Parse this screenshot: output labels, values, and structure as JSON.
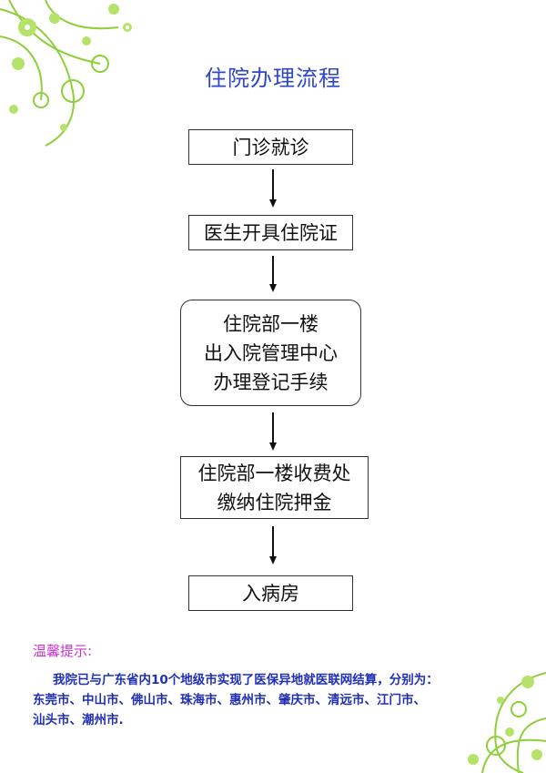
{
  "title": "住院办理流程",
  "steps": [
    {
      "lines": [
        "门诊就诊"
      ]
    },
    {
      "lines": [
        "医生开具住院证"
      ]
    },
    {
      "lines": [
        "住院部一楼",
        "出入院管理中心",
        "办理登记手续"
      ]
    },
    {
      "lines": [
        "住院部一楼收费处",
        "缴纳住院押金"
      ]
    },
    {
      "lines": [
        "入病房"
      ]
    }
  ],
  "tip": {
    "heading": "温馨提示:",
    "line1": "我院已与广东省内10个地级市实现了医保异地就医联网结算，分别为：",
    "line2": "东莞市、中山市、佛山市、珠海市、惠州市、肇庆市、清远市、江门市、",
    "line3": "汕头市、潮州市."
  },
  "colors": {
    "title": "#2e46c8",
    "tip_heading": "#cc33cc",
    "tip_body": "#1f2fb0",
    "decoration": "#8ecf3a"
  }
}
